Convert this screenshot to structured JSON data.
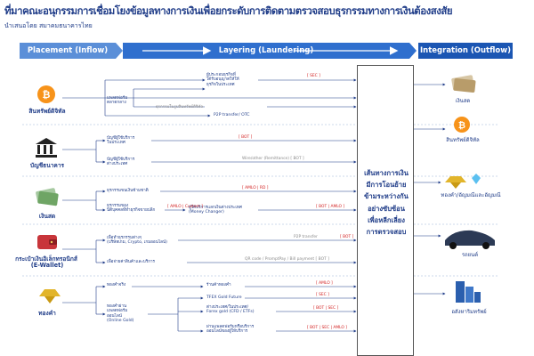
{
  "header": {
    "title": "ที่มาคณะอนุกรรมการเชื่อมโยงข้อมูลทางการเงินเพื่อยกระดับการติดตามตรวจสอบธุรกรรมทางการเงินต้องสงสัย",
    "subtitle": "นำเสนอโดย สมาคมธนาคารไทย"
  },
  "bands": {
    "placement": "Placement (Inflow)",
    "layering": "Layering (Laundering)",
    "integration": "Integration (Outflow)"
  },
  "center": {
    "lines": [
      "เส้นทางการเงิน",
      "มีการโอนย้าย",
      "ข้ามระหว่างกัน",
      "อย่างซับซ้อน",
      "เพื่อหลีกเลี่ยง",
      "การตรวจสอบ"
    ]
  },
  "sources": [
    {
      "label": "สินทรัพย์ดิจิทัล",
      "icon": "bitcoin-icon"
    },
    {
      "label": "บัญชีธนาคาร",
      "icon": "bank-icon"
    },
    {
      "label": "เงินสด",
      "icon": "cash-icon"
    },
    {
      "label": "กระเป๋าเงินอิเล็กทรอนิกส์",
      "label2": "(E-Wallet)",
      "icon": "wallet-icon"
    },
    {
      "label": "ทองคำ",
      "icon": "gold-icon"
    }
  ],
  "destinations": [
    {
      "label": "เงินสด",
      "icon": "cash-icon"
    },
    {
      "label": "สินทรัพย์ดิจิทัล",
      "icon": "bitcoin-icon"
    },
    {
      "label": "ทองคำ/อัญมณีและอัญมณี",
      "icon": "gold-gem-icon"
    },
    {
      "label": "รถยนต์",
      "icon": "car-icon"
    },
    {
      "label": "อสังหาริมทรัพย์",
      "icon": "building-icon"
    }
  ],
  "flows": {
    "digital": {
      "exchange": "แพลตฟอร์ม\nตลาดกลาง",
      "operators": "ผู้ประกอบธุรกิจที่\nได้รับอนุญาตให้ให้\nธุรกิจในประเทศ",
      "noreg": "ธุรกรรมในรูปสินทรัพย์ดิจิทัล",
      "p2p": "P2P transfer/ OTC",
      "reg1": "[ SEC ]"
    },
    "bank": {
      "inland": "บัญชีผู้ใช้บริการ\nในประเทศ",
      "abroad": "บัญชีผู้ใช้บริการ\nต่างประเทศ",
      "reg1": "[ BOT ]",
      "swift": "Wire/other (Remittance) [ BOT ]"
    },
    "cash": {
      "dealer": "ธุรกรรมขนเงินข้ามชาติ",
      "changer_src": "ธุรกรรมของ\nนิติบุคคลที่ทำธุรกิจขายปลีก",
      "changer": "ผู้ให้บริการแลกเงินต่างประเทศ\n(Money Changer)",
      "reg1": "[ AMLO | RD ]",
      "reg2": "[ AMLO | Custom ]",
      "reg3": "[ BOT | AMLO ]"
    },
    "ewallet": {
      "topup": "เพื่อทำธุรกรรมต่างๆ\n(บริษัทเกม, Crypto, เกมออนไลน์)",
      "merchant": "เพื่อจ่ายค่าสินค้าและบริการ",
      "p2p": "P2P transfer",
      "reg1": "[ BOT ]",
      "qr": "QR code / PromptPay / Bill payment [ BOT ]"
    },
    "gold": {
      "physical": "ทองคำจริง",
      "shop": "ร้านค้าทองคำ",
      "trading": "ทองคำผ่าน\nแพลตฟอร์ม\nออนไลน์\n(Online Gold)",
      "tfex": "TFEX Gold Future",
      "forex": "ต่างประเทศ/ในประเทศ/\nForex gold (CFD / ETFs)",
      "online": "ผ่านแพลตฟอร์มหรือบริการ\nออนไลน์ของผู้ให้บริการ",
      "reg1": "[ AMLO ]",
      "reg2": "[ SEC ]",
      "reg3": "[ BOT | SEC ]",
      "reg4": "[ BOT | SEC | AMLO ]"
    }
  },
  "colors": {
    "title": "#1f3c88",
    "band_placement": "#5b8fd8",
    "band_layering": "#2f6fce",
    "band_integration": "#1b56b3",
    "regulator": "#d21f1f"
  }
}
